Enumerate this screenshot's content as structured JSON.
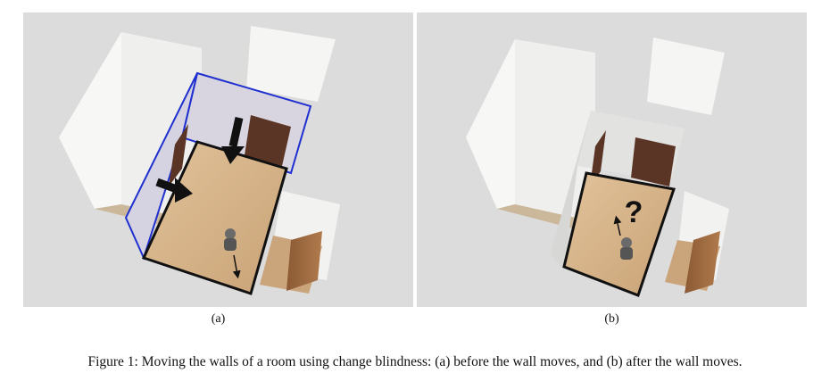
{
  "figure": {
    "panels": [
      {
        "label": "(a)",
        "marker_text": ""
      },
      {
        "label": "(b)",
        "marker_text": "?"
      }
    ],
    "caption": "Figure 1: Moving the walls of a room using change blindness: (a) before the wall moves, and (b) after the wall moves."
  }
}
